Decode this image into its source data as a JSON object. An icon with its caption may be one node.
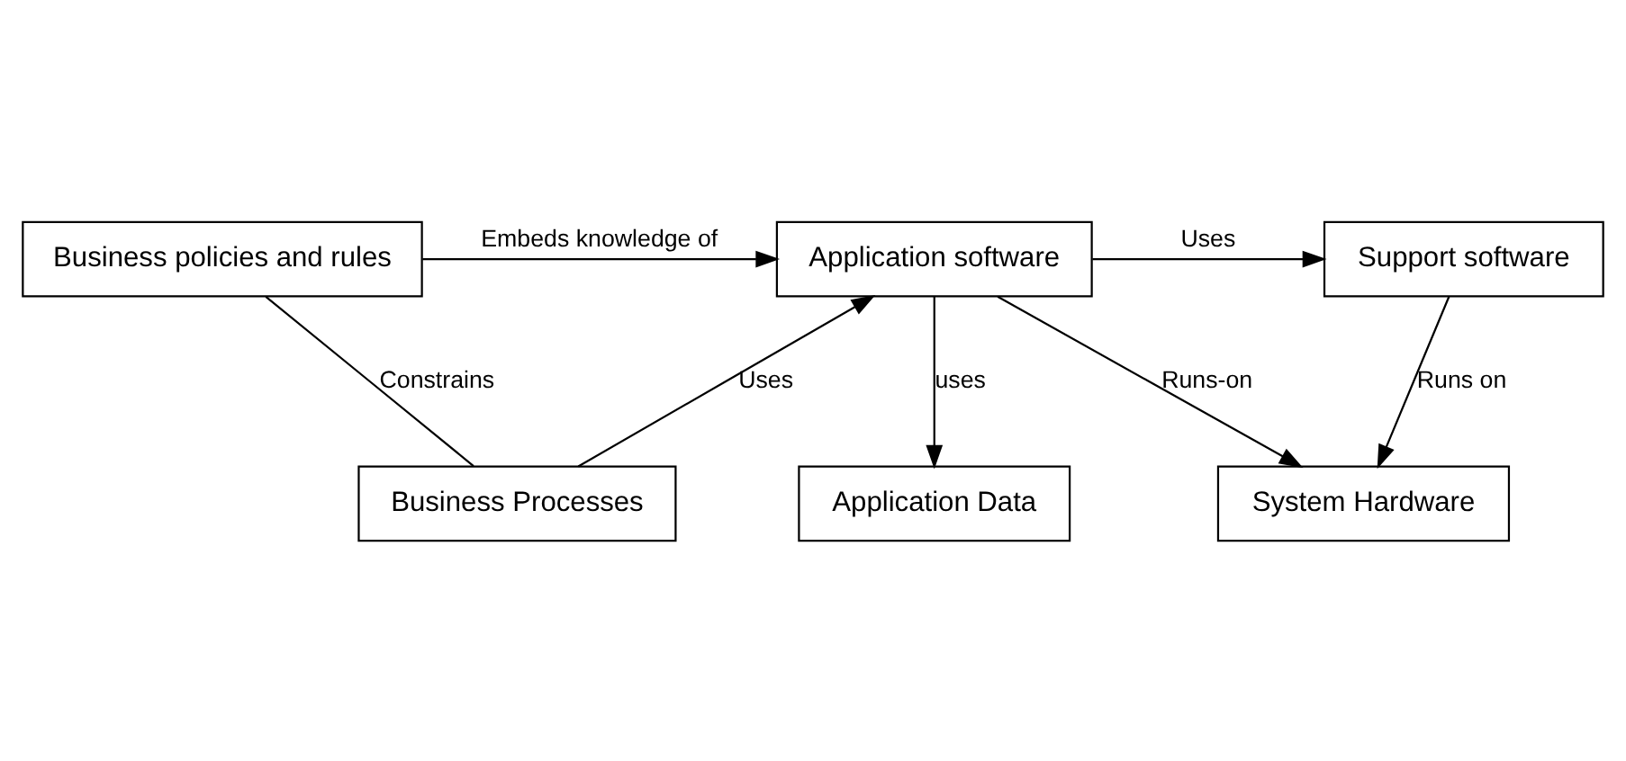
{
  "diagram": {
    "nodes": [
      {
        "text": [
          "Support software"
        ]
      },
      {
        "text": [
          "Application software"
        ]
      },
      {
        "text": [
          "Business policies and rules"
        ]
      },
      {
        "text": [
          "System Hardware"
        ]
      },
      {
        "text": [
          "Application Data"
        ]
      },
      {
        "text": [
          "Business Processes"
        ]
      }
    ],
    "edges": [
      {
        "from": 1,
        "to": 0,
        "arrow": "to",
        "label": "Uses"
      },
      {
        "from": 2,
        "to": 1,
        "arrow": "to",
        "label": "Embeds knowledge of"
      },
      {
        "from": 0,
        "to": 3,
        "arrow": "to",
        "label": "Runs on"
      },
      {
        "from": 1,
        "to": 3,
        "arrow": "to",
        "label": "Runs-on"
      },
      {
        "from": 1,
        "to": 4,
        "arrow": "to",
        "label": "uses"
      },
      {
        "from": 5,
        "to": 1,
        "arrow": "to",
        "label": "Uses"
      },
      {
        "from": 2,
        "to": 5,
        "arrow": "none",
        "label": "Constrains"
      }
    ]
  }
}
